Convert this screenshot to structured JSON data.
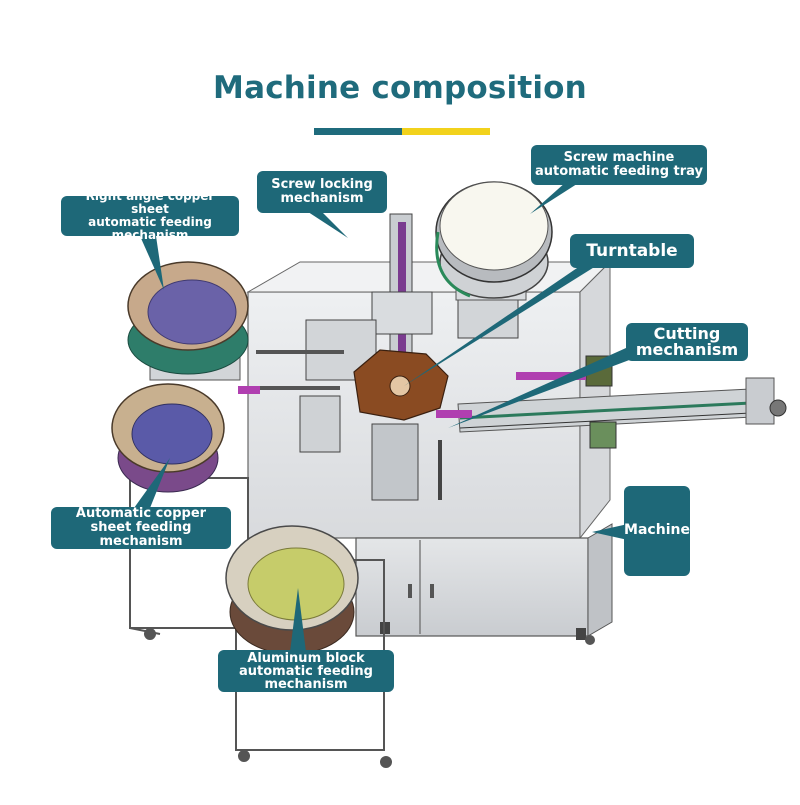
{
  "title": "Machine composition",
  "colors": {
    "title": "#1f6b7c",
    "callout": "#1e6878",
    "accent_teal": "#1f6b7c",
    "accent_yellow": "#f2d21c"
  },
  "labels": {
    "screw_locking": "Screw locking\nmechanism",
    "screw_tray": "Screw machine\nautomatic feeding tray",
    "right_angle": "Right angle copper sheet\nautomatic feeding mechanism",
    "turntable": "Turntable",
    "cutting": "Cutting\nmechanism",
    "auto_copper": "Automatic copper\nsheet feeding mechanism",
    "machine": "Machine",
    "aluminum": "Aluminum block\nautomatic feeding\nmechanism"
  }
}
